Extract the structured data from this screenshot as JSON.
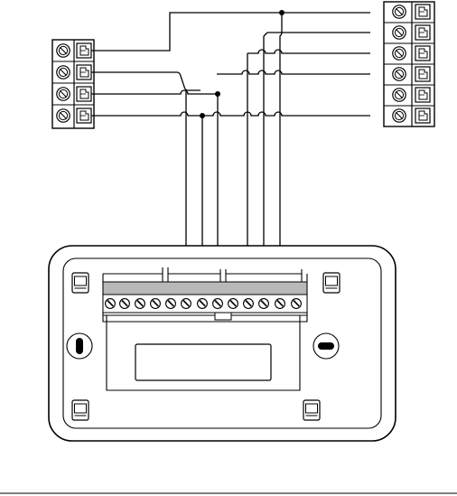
{
  "diagram": {
    "kind": "thermostat-wiring-diagram",
    "left_terminal_block": {
      "terminal_count": 4,
      "wired_positions": [
        1,
        2,
        3,
        4
      ]
    },
    "right_terminal_block": {
      "terminal_count": 6,
      "wired_positions": [
        1,
        2,
        3,
        4,
        5
      ]
    },
    "wall_plate": {
      "terminal_count": 13,
      "wired_terminals": [
        6,
        7,
        8,
        10,
        11,
        12
      ],
      "mounting_slots": 2,
      "corner_clips": 4
    },
    "junction_dots": 3,
    "colors": {
      "line": "#000000",
      "plate_strip": "#b8b8b8",
      "background": "#ffffff"
    },
    "icons": [
      "screw-terminal-icon",
      "wire-clamp-icon",
      "mounting-slot-icon",
      "corner-clip-icon"
    ]
  }
}
